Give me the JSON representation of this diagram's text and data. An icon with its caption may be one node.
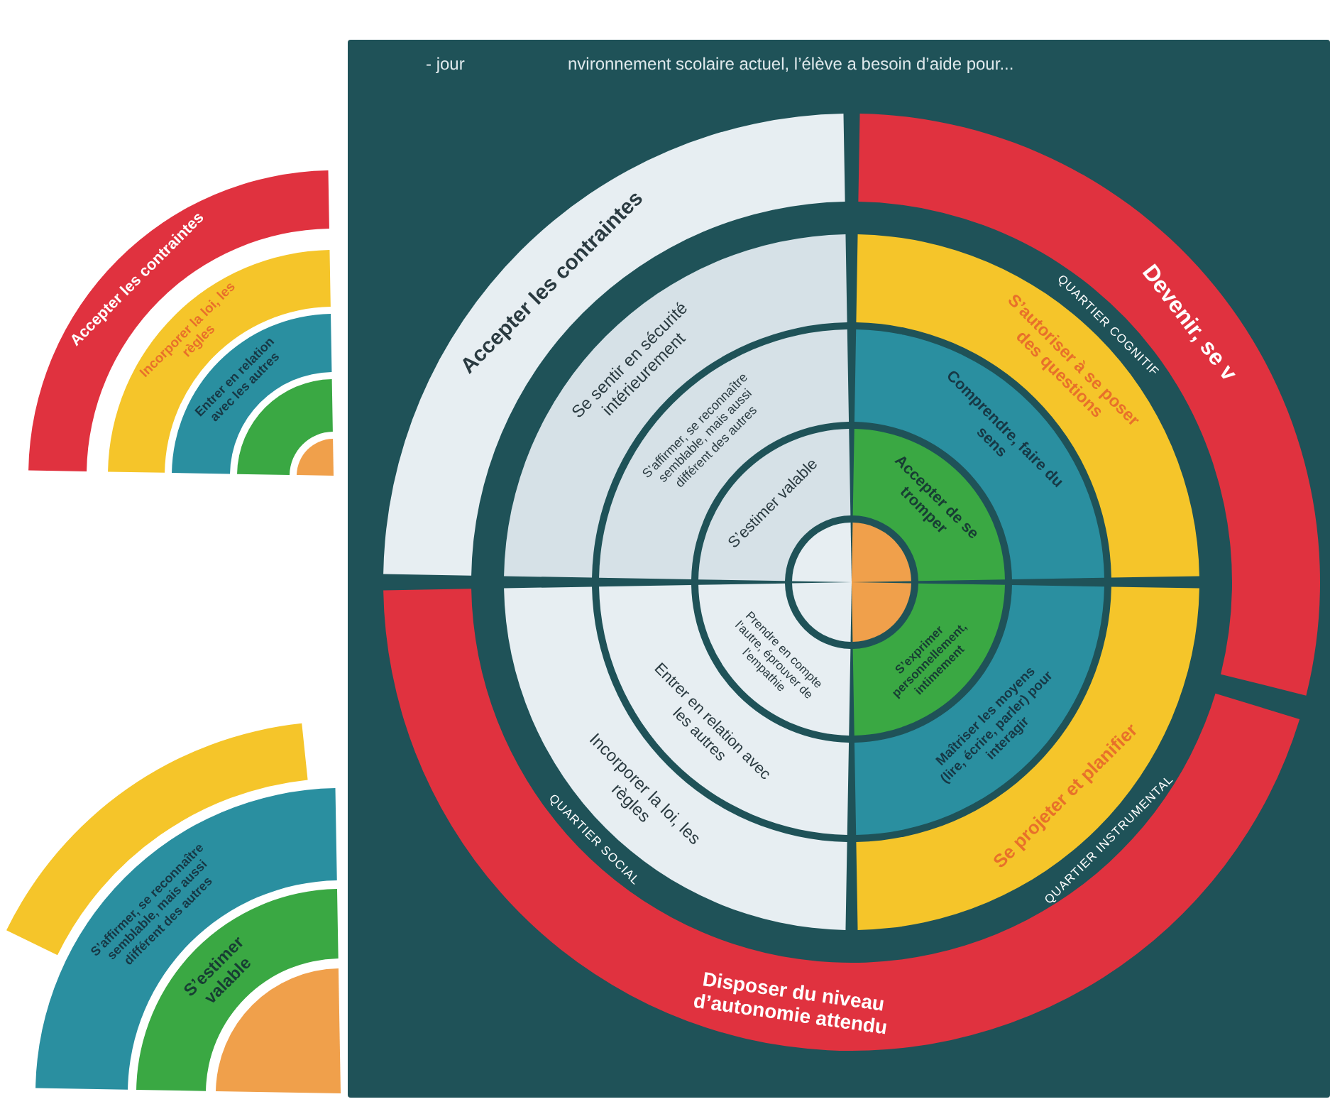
{
  "diagram": {
    "nodes": [
      {
        "text": [
          "Accepter les contraintes"
        ]
      },
      {
        "text": [
          "Incorporer la loi, les règles"
        ]
      },
      {
        "text": [
          "Entrer en relation avec les autres"
        ]
      },
      {
        "text": [],
        "shape": "arc"
      },
      {
        "text": [],
        "shape": "sector"
      },
      {
        "text": [
          "Accepter les contraintes"
        ]
      },
      {
        "text": [
          "Se sentir en sécurité intérieurement"
        ]
      },
      {
        "text": [
          "S’affirmer, se reconnaître semblable, mais aussi différent des autres"
        ]
      },
      {
        "text": [
          "S’estimer valable"
        ]
      },
      {
        "text": [],
        "shape": "sector"
      },
      {
        "text": [
          "Devenir, se v"
        ]
      },
      {
        "text": [
          "S’autoriser à se poser des questions"
        ]
      },
      {
        "text": [
          "Comprendre, faire du sens"
        ]
      },
      {
        "text": [
          "Accepter de se tromper"
        ]
      },
      {
        "text": [],
        "shape": "sector"
      },
      {
        "text": [
          "Incorporer la loi, les règles"
        ]
      },
      {
        "text": [
          "Entrer en relation avec les autres"
        ]
      },
      {
        "text": [
          "Prendre en compte l’autre, éprouver de l’empathie"
        ]
      },
      {
        "text": [],
        "shape": "sector"
      },
      {
        "text": [
          "S’exprimer personnellement, intimement"
        ]
      },
      {
        "text": [
          "Maîtriser les moyens (lire, écrire, parler) pour interagir"
        ]
      },
      {
        "text": [
          "Se projeter et planifier"
        ]
      },
      {
        "text": [],
        "shape": "sector"
      },
      {
        "text": [
          "Disposer du niveau d’autonomie attendu"
        ]
      },
      {
        "text": [
          "S’affirmer, se reconnaître semblable, mais aussi différent des autres"
        ]
      },
      {
        "text": [
          "S’estimer valable"
        ]
      },
      {
        "text": [],
        "shape": "sector"
      },
      {
        "text": [],
        "shape": "arc"
      }
    ],
    "labels": [
      "- jour",
      "nvironnement scolaire actuel, l’élève a besoin d’aide pour...",
      "QUARTIER COGNITIF",
      "QUARTIER SOCIAL",
      "QUARTIER INSTRUMENTAL"
    ]
  }
}
